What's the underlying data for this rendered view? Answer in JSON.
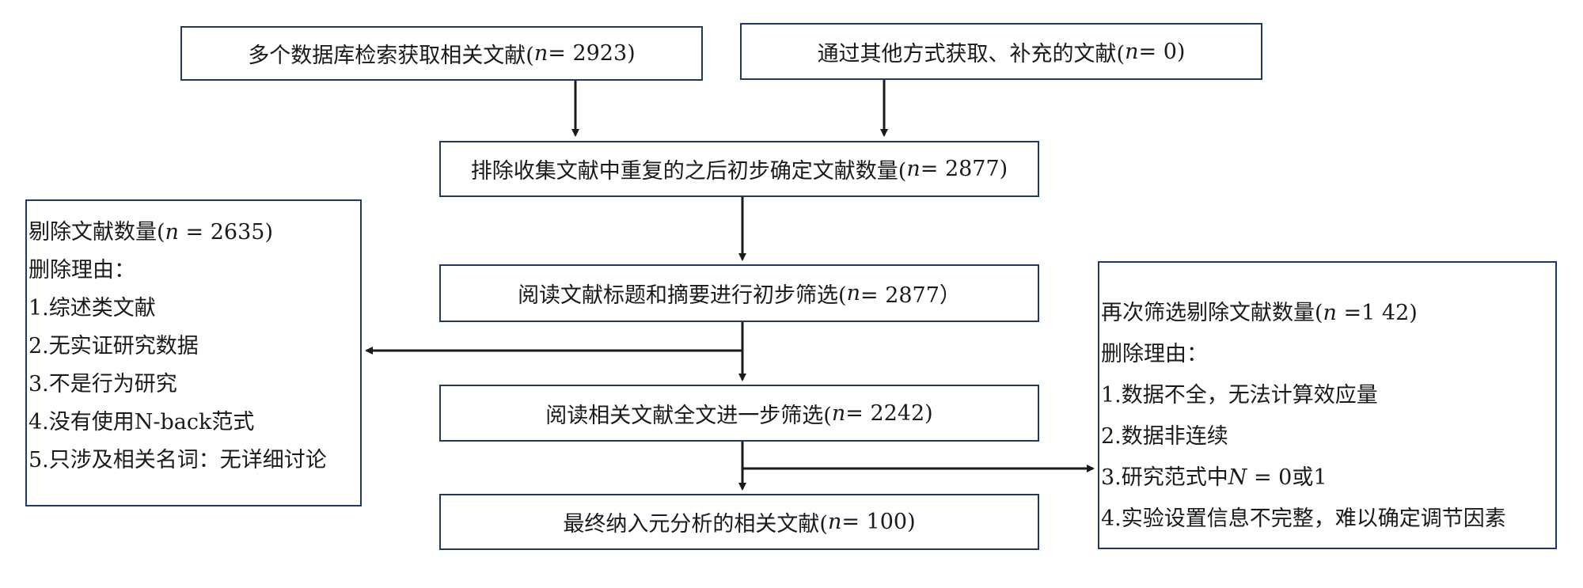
{
  "top_left": {
    "text": "多个数据库检索获取相关文献(",
    "var": "n",
    "eq": " = 2923)"
  },
  "top_right": {
    "text": "通过其他方式获取、补充的文献(",
    "var": "n",
    "eq": " = 0)"
  },
  "step1": {
    "text": "排除收集文献中重复的之后初步确定文献数量(",
    "var": "n",
    "eq": " = 2877)"
  },
  "step2": {
    "text": "阅读文献标题和摘要进行初步筛选(",
    "var": "n",
    "eq": " = 2877）"
  },
  "step3": {
    "text": "阅读相关文献全文进一步筛选(",
    "var": "n",
    "eq": " = 2242)"
  },
  "step4": {
    "text": "最终纳入元分析的相关文献(",
    "var": "n",
    "eq": " = 100)"
  },
  "excluded_left": {
    "title_text": "剔除文献数量(",
    "title_var": "n",
    "title_eq": " = 2635)",
    "reason_label": "删除理由：",
    "reasons": [
      "1.综述类文献",
      "2.无实证研究数据",
      "3.不是行为研究",
      "4.没有使用N-back范式",
      "5.只涉及相关名词：无详细讨论"
    ]
  },
  "excluded_right": {
    "title_text": "再次筛选剔除文献数量(",
    "title_var": "n",
    "title_eq": " =1 42)",
    "reason_label": "删除理由：",
    "reason1": "1.数据不全，无法计算效应量",
    "reason2": "2.数据非连续",
    "reason3_pre": "3.研究范式中",
    "reason3_var": "N",
    "reason3_post": " = 0或1",
    "reason4": "4.实验设置信息不完整，难以确定调节因素"
  },
  "colors": {
    "border": "#1f3a64",
    "arrow": "#1a1a1a"
  }
}
